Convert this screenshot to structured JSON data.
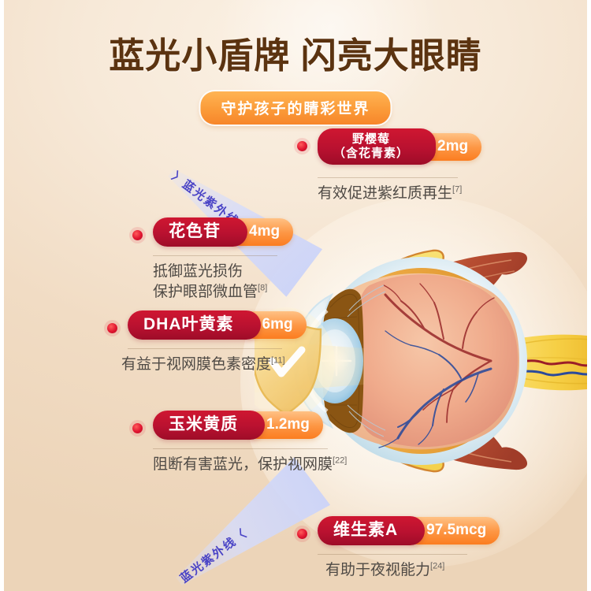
{
  "header": {
    "title": "蓝光小盾牌 闪亮大眼睛",
    "subtitle": "守护孩子的睛彩世界"
  },
  "beams": [
    {
      "label": "〉蓝光紫外线"
    },
    {
      "label": "蓝光紫外线〈"
    }
  ],
  "ingredients": [
    {
      "name": "野樱莓\n（含花青素）",
      "name_line1": "野樱莓",
      "name_line2": "（含花青素）",
      "amount": "2mg",
      "desc_line1": "有效促进紫红质再生",
      "ref1": "[7]",
      "desc_line2": "",
      "ref2": ""
    },
    {
      "name": "花色苷",
      "amount": "4mg",
      "desc_line1": "抵御蓝光损伤",
      "ref1": "",
      "desc_line2": "保护眼部微血管",
      "ref2": "[8]"
    },
    {
      "name": "DHA叶黄素",
      "amount": "6mg",
      "desc_line1": "有益于视网膜色素密度",
      "ref1": "[11]",
      "desc_line2": "",
      "ref2": ""
    },
    {
      "name": "玉米黄质",
      "amount": "1.2mg",
      "desc_line1": "阻断有害蓝光，保护视网膜",
      "ref1": "[22]",
      "desc_line2": "",
      "ref2": ""
    },
    {
      "name": "维生素A",
      "amount": "97.5mcg",
      "desc_line1": "有助于夜视能力",
      "ref1": "[24]",
      "desc_line2": "",
      "ref2": ""
    }
  ],
  "illustration": {
    "name": "eye-cross-section-diagram",
    "shield_icon": "shield-check-icon"
  },
  "colors": {
    "background_top": "#fbf1e4",
    "background_bottom": "#ecd4b8",
    "title": "#5b3310",
    "pill_red": "#bb1130",
    "badge_orange": "#fb7d20",
    "beam_blue": "#cbd3f8",
    "beam_text": "#4a44c6",
    "desc_text": "#4f4a45"
  }
}
